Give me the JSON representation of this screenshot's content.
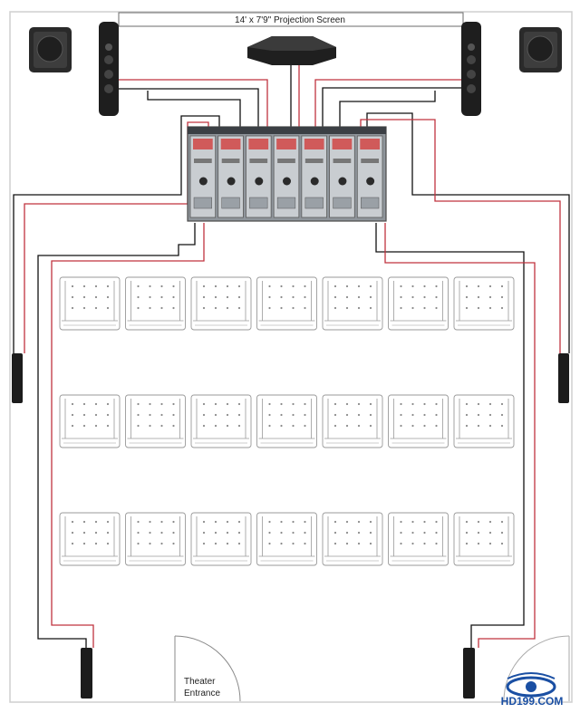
{
  "screen": {
    "label": "14' x 7'9\" Projection Screen"
  },
  "entrance": {
    "line1": "Theater",
    "line2": "Entrance"
  },
  "watermark": {
    "text": "HD199.COM"
  },
  "seating": {
    "rows": 3,
    "seats_per_row": 7
  },
  "amplifier": {
    "channels": 7
  },
  "colors": {
    "black_wire": "#111111",
    "red_wire": "#c0333f",
    "wall": "#cfcfcf",
    "seat_line": "#9a9a9a",
    "brand": "#1a4fa3"
  }
}
